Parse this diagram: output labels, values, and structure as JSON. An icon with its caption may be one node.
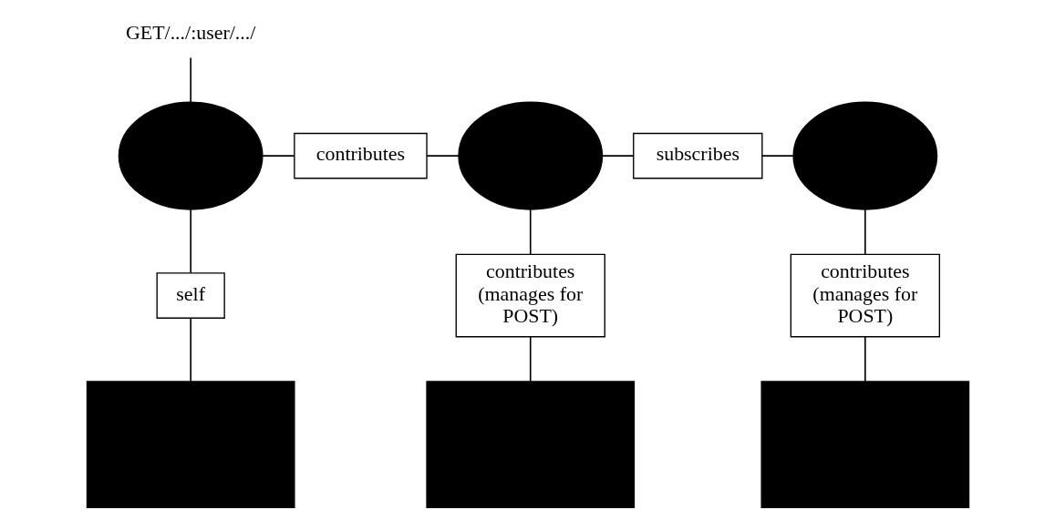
{
  "diagram": {
    "nodes": [
      {
        "text": [
          "GET/.../:user/.../"
        ]
      },
      {
        "text": [],
        "shape": "ellipse"
      },
      {
        "text": [
          "contributes"
        ]
      },
      {
        "text": [],
        "shape": "ellipse"
      },
      {
        "text": [
          "subscribes"
        ]
      },
      {
        "text": [],
        "shape": "ellipse"
      },
      {
        "text": [
          "self"
        ]
      },
      {
        "text": [],
        "shape": "box"
      },
      {
        "text": [
          "contributes (manages for POST)"
        ]
      },
      {
        "text": [],
        "shape": "box"
      },
      {
        "text": [
          "contributes (manages for POST)"
        ]
      },
      {
        "text": [],
        "shape": "box"
      }
    ],
    "edges": [
      {
        "from": 0,
        "to": 1,
        "arrow": "none"
      },
      {
        "from": 1,
        "to": 2,
        "arrow": "none"
      },
      {
        "from": 2,
        "to": 3,
        "arrow": "none"
      },
      {
        "from": 3,
        "to": 4,
        "arrow": "none"
      },
      {
        "from": 4,
        "to": 5,
        "arrow": "none"
      },
      {
        "from": 1,
        "to": 6,
        "arrow": "none"
      },
      {
        "from": 6,
        "to": 7,
        "arrow": "none"
      },
      {
        "from": 3,
        "to": 8,
        "arrow": "none"
      },
      {
        "from": 8,
        "to": 9,
        "arrow": "none"
      },
      {
        "from": 5,
        "to": 10,
        "arrow": "none"
      },
      {
        "from": 10,
        "to": 11,
        "arrow": "none"
      }
    ]
  }
}
